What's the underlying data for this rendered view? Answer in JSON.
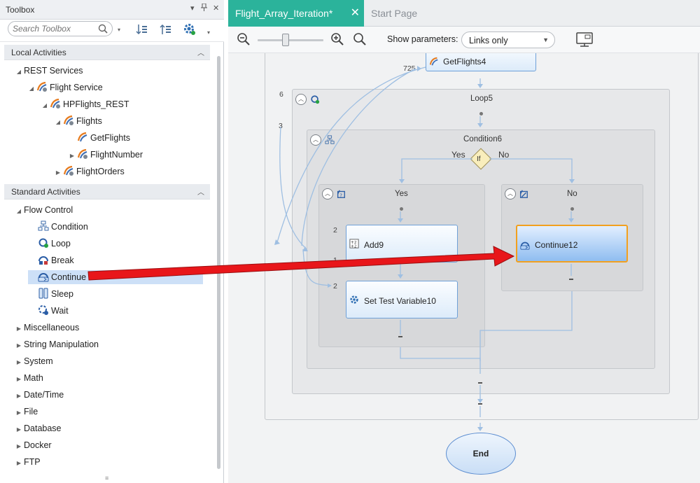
{
  "toolbox": {
    "title": "Toolbox",
    "pin_glyph": "▾",
    "pin2_glyph": "ᗯ",
    "close_glyph": "✕",
    "search_placeholder": "Search Toolbox",
    "sections": {
      "local": "Local Activities",
      "standard": "Standard Activities"
    },
    "local_items": [
      {
        "label": "REST Services",
        "icon": "none"
      },
      {
        "label": "Flight Service",
        "icon": "rest-service-icon"
      },
      {
        "label": "HPFlights_REST",
        "icon": "rest-service-icon"
      },
      {
        "label": "Flights",
        "icon": "rest-service-icon"
      },
      {
        "label": "GetFlights",
        "icon": "rest-method-icon"
      },
      {
        "label": "FlightNumber",
        "icon": "rest-method-icon"
      },
      {
        "label": "FlightOrders",
        "icon": "rest-service-icon"
      }
    ],
    "standard_items": [
      {
        "label": "Flow Control",
        "icon": "none"
      },
      {
        "label": "Condition",
        "icon": "condition-icon"
      },
      {
        "label": "Loop",
        "icon": "loop-icon"
      },
      {
        "label": "Break",
        "icon": "break-icon"
      },
      {
        "label": "Continue",
        "icon": "continue-icon"
      },
      {
        "label": "Sleep",
        "icon": "sleep-icon"
      },
      {
        "label": "Wait",
        "icon": "wait-icon"
      },
      {
        "label": "Miscellaneous",
        "icon": "none"
      },
      {
        "label": "String Manipulation",
        "icon": "none"
      },
      {
        "label": "System",
        "icon": "none"
      },
      {
        "label": "Math",
        "icon": "none"
      },
      {
        "label": "Date/Time",
        "icon": "none"
      },
      {
        "label": "File",
        "icon": "none"
      },
      {
        "label": "Database",
        "icon": "none"
      },
      {
        "label": "Docker",
        "icon": "none"
      },
      {
        "label": "FTP",
        "icon": "none"
      }
    ],
    "selected_item": "Continue"
  },
  "tabs": {
    "active": "Flight_Array_Iteration*",
    "inactive": "Start Page",
    "close_glyph": "✕"
  },
  "canvas_toolbar": {
    "show_params_label": "Show parameters:",
    "params_value": "Links only",
    "zoom_level": 0.42
  },
  "flow": {
    "get_flights": "GetFlights4",
    "link_count_725": "725",
    "loop": {
      "title": "Loop5",
      "link_num": "6"
    },
    "condition": {
      "title": "Condition6",
      "link_num": "3",
      "yes": "Yes",
      "no": "No",
      "if": "If"
    },
    "yes_branch": {
      "title": "Yes"
    },
    "no_branch": {
      "title": "No"
    },
    "add": {
      "label": "Add9",
      "num_top": "2",
      "num_bottom": "1"
    },
    "set_var": {
      "label": "Set Test Variable10",
      "num": "2"
    },
    "continue_node": {
      "label": "Continue12"
    },
    "end": "End"
  },
  "colors": {
    "tab_active": "#2bb39b",
    "selection": "#f2a01e",
    "drag_arrow": "#e8161a"
  }
}
